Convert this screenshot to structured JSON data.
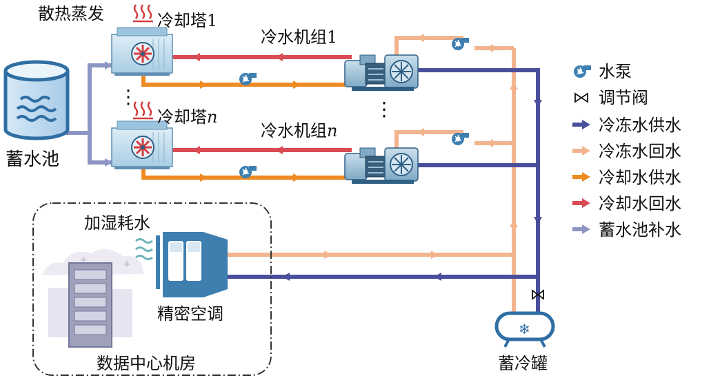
{
  "labels": {
    "evaporation": "散热蒸发",
    "tower_1": "冷却塔1",
    "tower_n_prefix": "冷却塔",
    "tower_n_suffix": "n",
    "chiller_1": "冷水机组1",
    "chiller_n_prefix": "冷水机组",
    "chiller_n_suffix": "n",
    "pool": "蓄水池",
    "humidify": "加湿耗水",
    "crac": "精密空调",
    "datacenter": "数据中心机房",
    "tank": "蓄冷罐",
    "vdots": "⋮"
  },
  "legend": {
    "items": [
      {
        "label": "水泵",
        "symbol": "pump-icon"
      },
      {
        "label": "调节阀",
        "symbol": "valve-icon"
      },
      {
        "label": "冷冻水供水",
        "color": "#4a4f9c"
      },
      {
        "label": "冷冻水回水",
        "color": "#f2b48f"
      },
      {
        "label": "冷却水供水",
        "color": "#ee8a22"
      },
      {
        "label": "冷却水回水",
        "color": "#d94c55"
      },
      {
        "label": "蓄水池补水",
        "color": "#8c95c4"
      }
    ]
  },
  "colors": {
    "chilled_supply": "#4a4f9c",
    "chilled_return": "#f2b48f",
    "cooling_supply": "#ee8a22",
    "cooling_return": "#d94c55",
    "makeup": "#8c95c4",
    "equipment": "#3e7fb0"
  }
}
